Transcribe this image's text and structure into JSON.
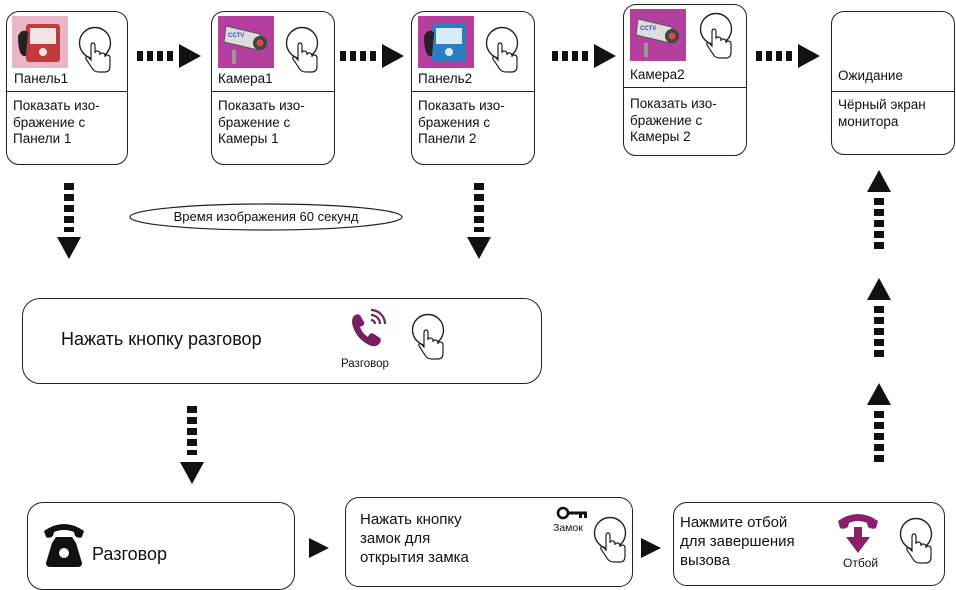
{
  "top_steps": [
    {
      "button_label": "Панель1",
      "description": "Показать изо-\nбражение с\nПанели 1"
    },
    {
      "button_label": "Камера1",
      "description": "Показать изо-\nбражение с\nКамеры 1"
    },
    {
      "button_label": "Панель2",
      "description": "Показать изо-\nбражения с\nПанели 2"
    },
    {
      "button_label": "Камера2",
      "description": "Показать изо-\nбражение с\nКамеры 2"
    },
    {
      "button_label": "Ожидание",
      "description": "Чёрный экран\nмонитора"
    }
  ],
  "timer_note": "Время изображения 60 секунд",
  "talk_step": {
    "instruction": "Нажать кнопку разговор",
    "button_label": "Разговор"
  },
  "bottom_steps": [
    {
      "text": "Разговор"
    },
    {
      "text": "Нажать кнопку\nзамок для\nоткрытия замка",
      "button_label": "Замок"
    },
    {
      "text": "Нажмите отбой\nдля завершения\nвызова",
      "button_label": "Отбой"
    }
  ],
  "colors": {
    "panel_icon_bg": "#e8b6c8",
    "camera_icon_bg": "#b53f9e",
    "phone_icon": "#7a1f60",
    "hangup_icon": "#8b1f6a",
    "arrow": "#111111"
  },
  "icons": [
    "intercom-panel-icon",
    "cctv-camera-icon",
    "hand-press-icon",
    "phone-call-icon",
    "telephone-icon",
    "key-icon",
    "hang-up-icon"
  ]
}
